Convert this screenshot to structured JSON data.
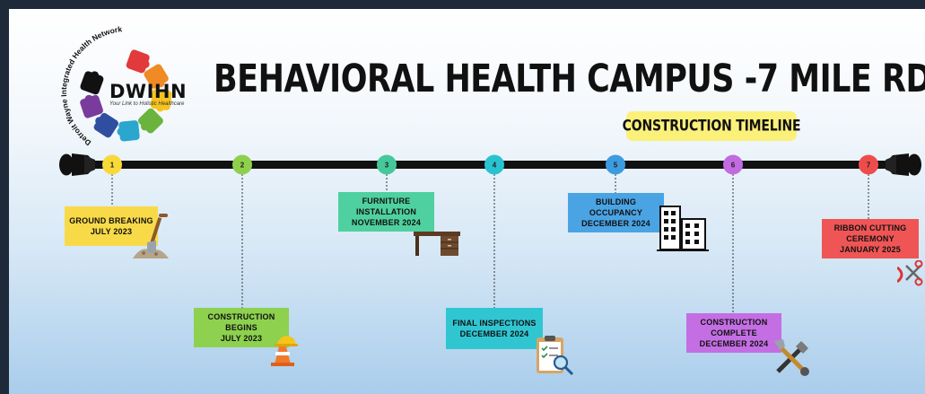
{
  "title": "BEHAVIORAL HEALTH CAMPUS -7 MILE RD.",
  "subtitle": "CONSTRUCTION TIMELINE",
  "logo": {
    "name": "DWIHN",
    "arc_text": "Detroit Wayne Integrated Health Network",
    "tagline": "Your Link to Holistic Healthcare",
    "colors": [
      "#e23a3a",
      "#f08a24",
      "#f5c31f",
      "#6ab43d",
      "#2aa6cf",
      "#2f4ea0",
      "#7a3c9c",
      "#111111"
    ]
  },
  "milestones": [
    {
      "number": "1",
      "line1": "GROUND BREAKING",
      "line2": "JULY 2023",
      "line3": "",
      "color": "#f8d93a",
      "box_color": "#f8da48",
      "icon": "shovel-icon"
    },
    {
      "number": "2",
      "line1": "CONSTRUCTION",
      "line2": "BEGINS",
      "line3": "JULY 2023",
      "color": "#8ed04b",
      "box_color": "#8dd14f",
      "icon": "hard-hat-cone-icon"
    },
    {
      "number": "3",
      "line1": "FURNITURE",
      "line2": "INSTALLATION",
      "line3": "NOVEMBER 2024",
      "color": "#45c99a",
      "box_color": "#4fd0a0",
      "icon": "desk-icon"
    },
    {
      "number": "4",
      "line1": "FINAL INSPECTIONS",
      "line2": "DECEMBER 2024",
      "line3": "",
      "color": "#29c2d0",
      "box_color": "#2fc6d2",
      "icon": "clipboard-icon"
    },
    {
      "number": "5",
      "line1": "BUILDING",
      "line2": "OCCUPANCY",
      "line3": "DECEMBER 2024",
      "color": "#3d9be0",
      "box_color": "#4aa3e3",
      "icon": "building-icon"
    },
    {
      "number": "6",
      "line1": "CONSTRUCTION",
      "line2": "COMPLETE",
      "line3": "DECEMBER 2024",
      "color": "#c26be0",
      "box_color": "#c46ee3",
      "icon": "tools-icon"
    },
    {
      "number": "7",
      "line1": "RIBBON CUTTING",
      "line2": "CEREMONY",
      "line3": "JANUARY 2025",
      "color": "#ee4c4c",
      "box_color": "#f05555",
      "icon": "scissors-icon"
    }
  ]
}
